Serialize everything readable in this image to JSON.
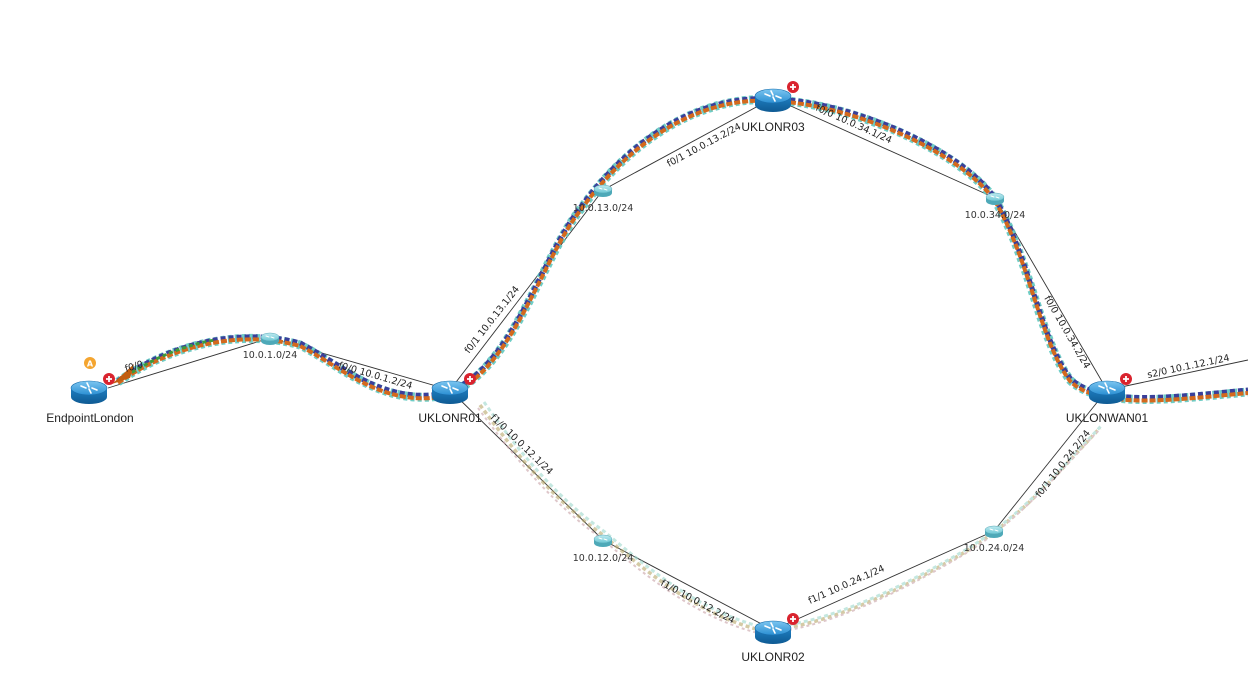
{
  "colors": {
    "path_teal": "#5ec8c0",
    "path_orange": "#d4691d",
    "path_navy": "#3a3f9a",
    "path_green": "#3c9a3c",
    "path_khaki": "#b8a86a",
    "link_line": "#333333",
    "badge_red": "#d9232e",
    "badge_orange": "#f4a530",
    "router_blue": "#2a8fd4"
  },
  "devices": [
    {
      "id": "endpoint",
      "label": "EndpointLondon",
      "icon": "router-icon",
      "badge": "plus"
    },
    {
      "id": "r01",
      "label": "UKLONR01",
      "icon": "router-icon",
      "badge": "plus"
    },
    {
      "id": "r03",
      "label": "UKLONR03",
      "icon": "router-icon",
      "badge": "plus"
    },
    {
      "id": "r02",
      "label": "UKLONR02",
      "icon": "router-icon",
      "badge": "plus"
    },
    {
      "id": "wan01",
      "label": "UKLONWAN01",
      "icon": "router-icon",
      "badge": "plus"
    }
  ],
  "endpoint_marker": "A",
  "networks": [
    {
      "id": "n1",
      "label": "10.0.1.0/24"
    },
    {
      "id": "n13",
      "label": "10.0.13.0/24"
    },
    {
      "id": "n34",
      "label": "10.0.34.0/24"
    },
    {
      "id": "n12",
      "label": "10.0.12.0/24"
    },
    {
      "id": "n24",
      "label": "10.0.24.0/24"
    }
  ],
  "interfaces": {
    "endpoint_f0": "f0/0",
    "r01_n1": "f0/0 10.0.1.2/24",
    "r01_n13": "f0/1 10.0.13.1/24",
    "r03_n13": "f0/1 10.0.13.2/24",
    "r03_n34": "f0/0 10.0.34.1/24",
    "wan_n34": "f0/0 10.0.34.2/24",
    "wan_s20": "s2/0 10.1.12.1/24",
    "r01_n12": "f1/0 10.0.12.1/24",
    "r02_n12": "f1/0 10.0.12.2/24",
    "r02_n24": "f1/1 10.0.24.1/24",
    "wan_n24": "f0/1 10.0.24.2/24"
  }
}
